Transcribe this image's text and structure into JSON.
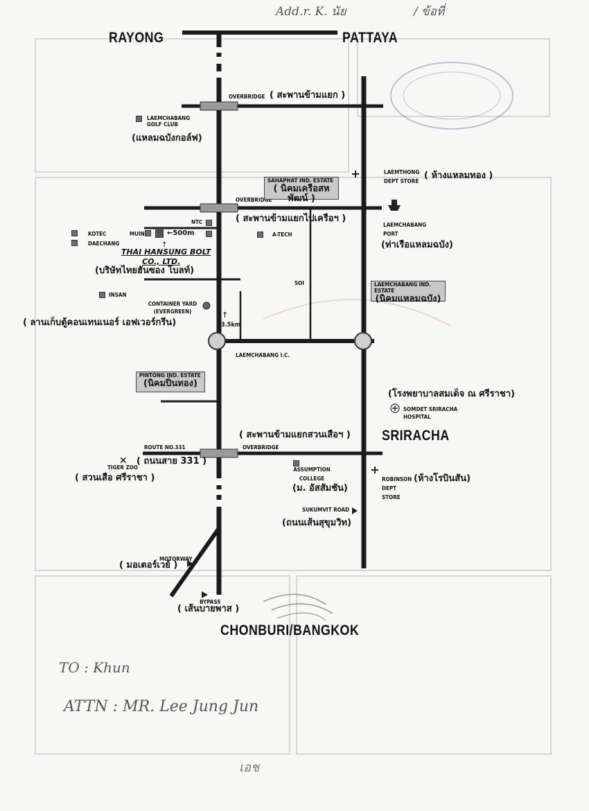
{
  "handwriting": {
    "top_note": "Add.r. K. นัย",
    "top_note_right": "/ ข้อที่",
    "bottom_to": "TO : Khun",
    "bottom_attn": "ATTN : MR. Lee Jung Jun",
    "bottom_number": "เอช"
  },
  "cities": {
    "rayong": "RAYONG",
    "pattaya": "PATTAYA",
    "sriracha": "SRIRACHA",
    "chonburi_bangkok": "CHONBURI/BANGKOK"
  },
  "overbridges": [
    {
      "en": "OVERBRIDGE",
      "th": "( สะพานข้ามแยก )"
    },
    {
      "en": "OVERBRIDGE",
      "th": "( สะพานข้ามแยกไปเครือฯ )"
    },
    {
      "en": "OVERBRIDGE",
      "th": "( สะพานข้ามแยกสวนเสือฯ )"
    }
  ],
  "places": {
    "golf_en": "LAEMCHABANG GOLF CLUB",
    "golf_th": "(แหลมฉบังกอล์ฟ)",
    "sahaphat_en": "SAHAPHAT IND. ESTATE",
    "sahaphat_th": "( นิคมเครือสหพัฒน์ )",
    "laemthong_en": "LAEMTHONG DEPT STORE",
    "laemthong_th": "( ห้างแหลมทอง )",
    "port_en": "LAEMCHABANG PORT",
    "port_th": "(ท่าเรือแหลมฉบัง)",
    "ntc": "NTC",
    "kotec": "KOTEC",
    "muin": "MUIN",
    "distance_500": "←500m",
    "daechang": "DAECHANG",
    "atech": "A-TECH",
    "company_line1": "THAI HANSUNG BOLT",
    "company_line2": "CO., LTD.",
    "company_th": "(บริษัทไทยฮันซอง โบลท์)",
    "soi": "SOI",
    "laem_estate_en": "LAEMCHABANG  IND. ESTATE",
    "laem_estate_th": "(นิคมแหลมฉบัง)",
    "insan": "INSAN",
    "container_en": "CONTAINER YARD (EVERGREEN)",
    "container_th": "( ลานเก็บตู้คอนเทนเนอร์ เอฟเวอร์กรีน)",
    "distance_35": "3.5km",
    "ic": "LAEMCHABANG I.C.",
    "pintong_en": "PINTONG  IND. ESTATE",
    "pintong_th": "(นิคมปิ่นทอง)",
    "somdet_th": "(โรงพยาบาลสมเด็จ ณ ศรีราชา)",
    "somdet_en": "SOMDET SRIRACHA HOSPITAL",
    "route331_en": "ROUTE NO.331",
    "route331_th": "( ถนนสาย 331 )",
    "tigerzoo_en": "TIGER ZOO",
    "tigerzoo_th": "( สวนเสือ ศรีราชา )",
    "assumption_en": "ASSUMPTION COLLEGE",
    "assumption_th": "(ม. อัสสัมชัน)",
    "robinson_en": "ROBINSON DEPT STORE",
    "robinson_th": "(ห้างโรบินสัน)",
    "sukumvit_en": "SUKUMVIT ROAD",
    "sukumvit_th": "(ถนนเส้นสุขุมวิท)",
    "motorway_en": "MOTORWAY",
    "motorway_th": "( มอเตอร์เวย์ )",
    "bypass_en": "BYPASS",
    "bypass_th": "( เส้นบายพาส )"
  },
  "colors": {
    "road": "#1a1a1a",
    "bridge": "#9a9a9a",
    "estate_box": "#c9c9c9",
    "background": "#f7f7f5"
  }
}
